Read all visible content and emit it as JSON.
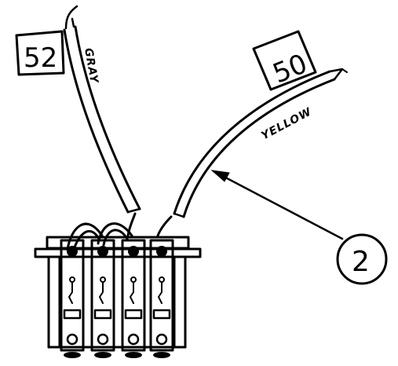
{
  "tags": {
    "left": "52",
    "right": "50"
  },
  "wires": {
    "left_color": "GRAY",
    "right_color": "YELLOW"
  },
  "callout": {
    "number": "2"
  },
  "colors": {
    "ink": "#000000",
    "paper": "#ffffff"
  }
}
